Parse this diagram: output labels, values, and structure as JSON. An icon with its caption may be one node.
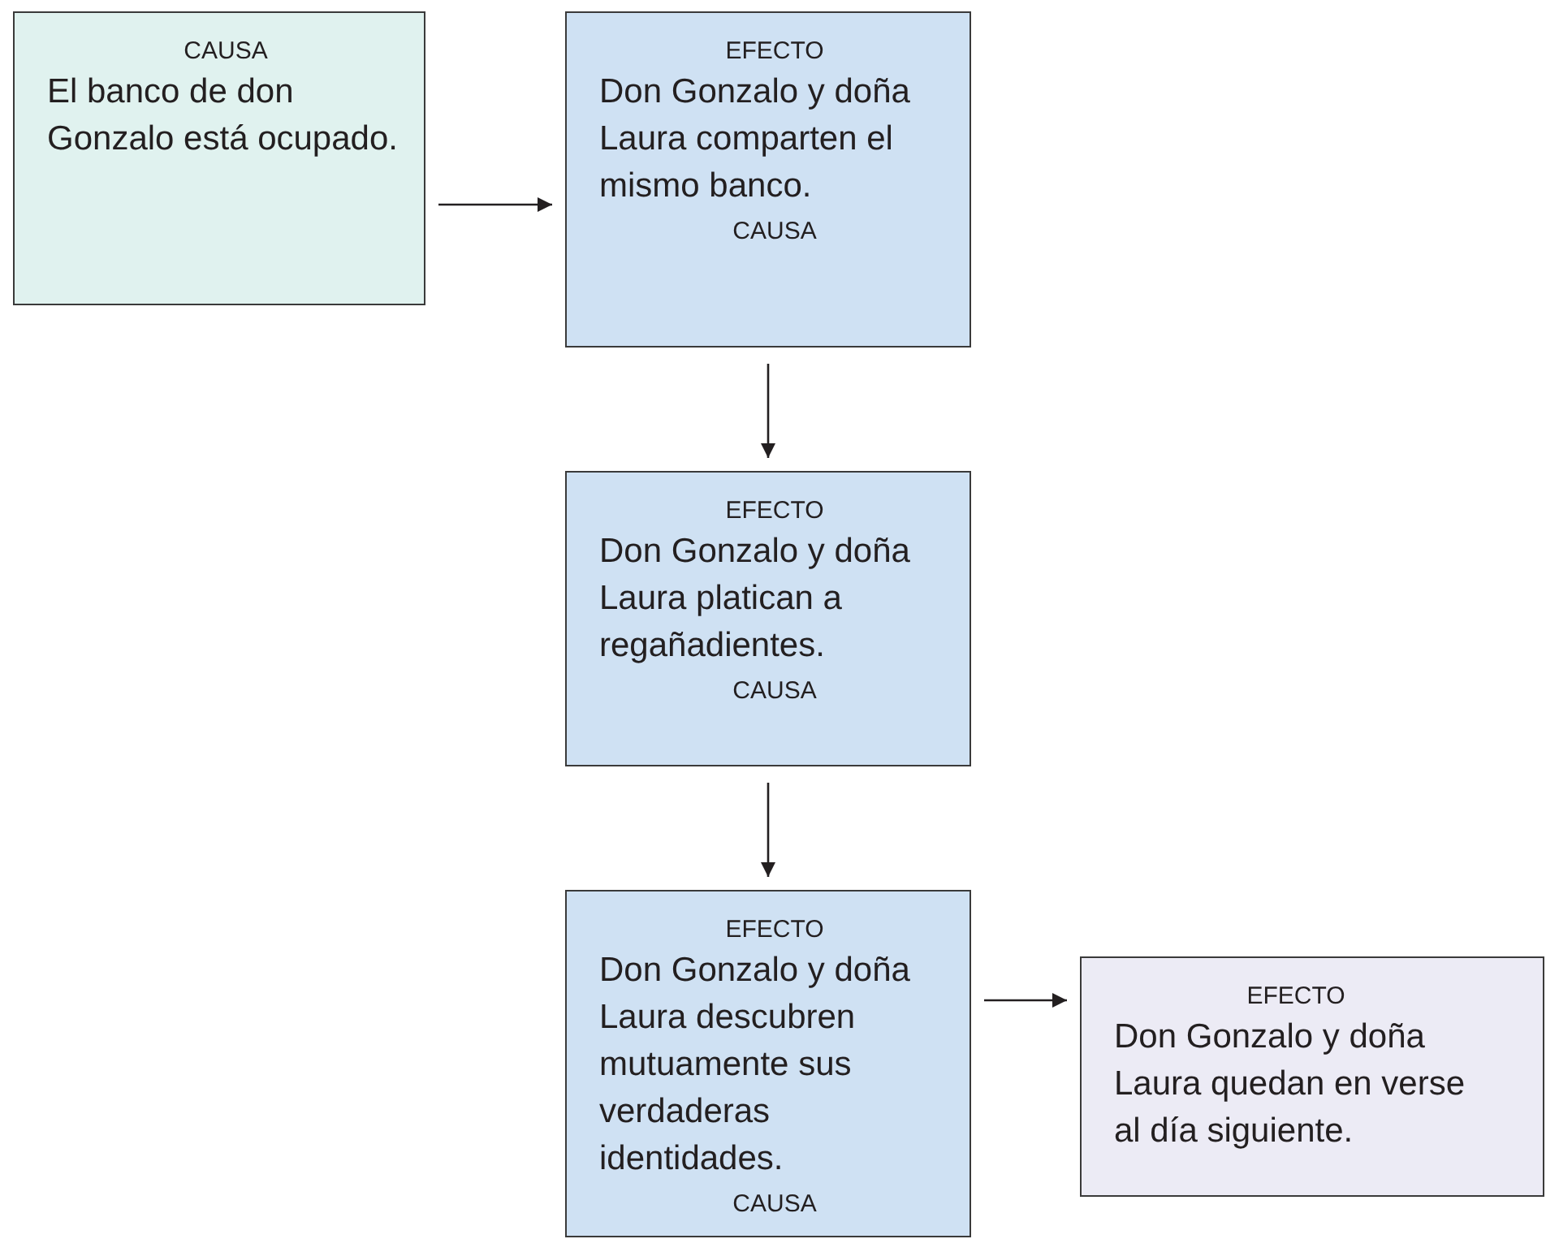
{
  "diagram": {
    "nodes": [
      {
        "text": [
          "CAUSA",
          "El banco de don Gonzalo está ocupado."
        ]
      },
      {
        "text": [
          "EFECTO",
          "Don Gonzalo y doña Laura comparten el mismo banco.",
          "CAUSA"
        ]
      },
      {
        "text": [
          "EFECTO",
          "Don Gonzalo y doña Laura platican a regañadientes.",
          "CAUSA"
        ]
      },
      {
        "text": [
          "EFECTO",
          "Don Gonzalo y doña Laura descubren mutuamente sus verdaderas identidades.",
          "CAUSA"
        ]
      },
      {
        "text": [
          "EFECTO",
          "Don Gonzalo y doña Laura quedan en verse al día siguiente."
        ]
      }
    ],
    "edges": [
      {
        "from": 0,
        "to": 1,
        "arrow": "to"
      },
      {
        "from": 1,
        "to": 2,
        "arrow": "to"
      },
      {
        "from": 2,
        "to": 3,
        "arrow": "to"
      },
      {
        "from": 3,
        "to": 4,
        "arrow": "to"
      }
    ]
  }
}
